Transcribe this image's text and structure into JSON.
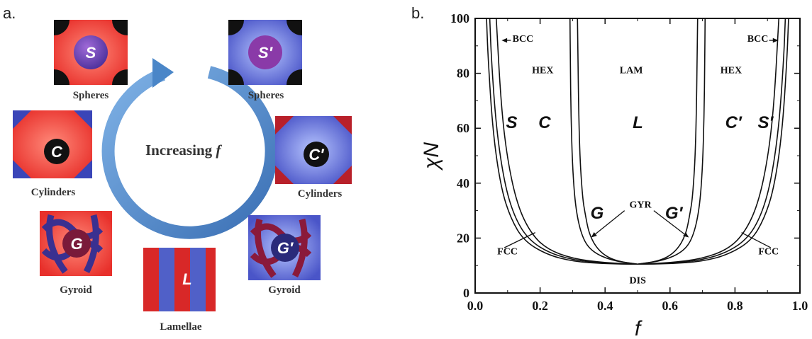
{
  "panel_a": {
    "label": "a.",
    "center_text_prefix": "Increasing ",
    "center_text_var": "f",
    "morphologies": [
      {
        "letter": "S",
        "caption": "Spheres"
      },
      {
        "letter": "S′",
        "caption": "Spheres"
      },
      {
        "letter": "C",
        "caption": "Cylinders"
      },
      {
        "letter": "C′",
        "caption": "Cylinders"
      },
      {
        "letter": "G",
        "caption": "Gyroid"
      },
      {
        "letter": "G′",
        "caption": "Gyroid"
      },
      {
        "letter": "L",
        "caption": "Lamellae"
      }
    ],
    "colors": {
      "red": "#e8302b",
      "blue": "#4a55c8",
      "black": "#111111",
      "arrow": "#4a86c8"
    }
  },
  "panel_b": {
    "label": "b.",
    "chart_data": {
      "type": "line",
      "xlabel": "f",
      "ylabel": "χN",
      "xlim": [
        0.0,
        1.0
      ],
      "ylim": [
        0,
        100
      ],
      "x_ticks": [
        "0.0",
        "0.2",
        "0.4",
        "0.6",
        "0.8",
        "1.0"
      ],
      "y_ticks": [
        "0",
        "20",
        "40",
        "60",
        "80",
        "100"
      ],
      "region_labels": [
        "BCC",
        "BCC",
        "HEX",
        "LAM",
        "HEX",
        "GYR",
        "FCC",
        "FCC",
        "DIS"
      ],
      "phase_letters": [
        "S",
        "C",
        "L",
        "C′",
        "S′",
        "G",
        "G′"
      ],
      "series": [
        {
          "values": [
            [
              0.5,
              10.5
            ],
            [
              0.42,
              11.8
            ],
            [
              0.36,
              15
            ],
            [
              0.33,
              20
            ],
            [
              0.31,
              30
            ],
            [
              0.3,
              45
            ],
            [
              0.295,
              65
            ],
            [
              0.293,
              85
            ],
            [
              0.292,
              100
            ]
          ]
        },
        {
          "values": [
            [
              0.5,
              10.5
            ],
            [
              0.58,
              11.8
            ],
            [
              0.64,
              15
            ],
            [
              0.67,
              20
            ],
            [
              0.69,
              30
            ],
            [
              0.7,
              45
            ],
            [
              0.705,
              65
            ],
            [
              0.707,
              85
            ],
            [
              0.708,
              100
            ]
          ]
        },
        {
          "values": [
            [
              0.5,
              10.5
            ],
            [
              0.44,
              11.5
            ],
            [
              0.4,
              13.5
            ],
            [
              0.37,
              17
            ],
            [
              0.35,
              22
            ],
            [
              0.34,
              28
            ],
            [
              0.33,
              35
            ],
            [
              0.32,
              55
            ],
            [
              0.315,
              100
            ]
          ]
        },
        {
          "values": [
            [
              0.5,
              10.5
            ],
            [
              0.56,
              11.5
            ],
            [
              0.6,
              13.5
            ],
            [
              0.63,
              17
            ],
            [
              0.65,
              22
            ],
            [
              0.66,
              28
            ],
            [
              0.67,
              35
            ],
            [
              0.68,
              55
            ],
            [
              0.685,
              100
            ]
          ]
        },
        {
          "values": [
            [
              0.5,
              10.5
            ],
            [
              0.4,
              11
            ],
            [
              0.3,
              12.5
            ],
            [
              0.22,
              16
            ],
            [
              0.17,
              22
            ],
            [
              0.13,
              32
            ],
            [
              0.1,
              48
            ],
            [
              0.08,
              68
            ],
            [
              0.065,
              100
            ]
          ]
        },
        {
          "values": [
            [
              0.5,
              10.5
            ],
            [
              0.6,
              11
            ],
            [
              0.7,
              12.5
            ],
            [
              0.78,
              16
            ],
            [
              0.83,
              22
            ],
            [
              0.87,
              32
            ],
            [
              0.9,
              48
            ],
            [
              0.92,
              68
            ],
            [
              0.935,
              100
            ]
          ]
        },
        {
          "values": [
            [
              0.5,
              10.5
            ],
            [
              0.4,
              10.8
            ],
            [
              0.3,
              12
            ],
            [
              0.22,
              15
            ],
            [
              0.16,
              20
            ],
            [
              0.12,
              28
            ],
            [
              0.09,
              40
            ],
            [
              0.065,
              60
            ],
            [
              0.05,
              85
            ],
            [
              0.045,
              100
            ]
          ]
        },
        {
          "values": [
            [
              0.5,
              10.5
            ],
            [
              0.6,
              10.8
            ],
            [
              0.7,
              12
            ],
            [
              0.78,
              15
            ],
            [
              0.84,
              20
            ],
            [
              0.88,
              28
            ],
            [
              0.91,
              40
            ],
            [
              0.935,
              60
            ],
            [
              0.95,
              85
            ],
            [
              0.955,
              100
            ]
          ]
        },
        {
          "values": [
            [
              0.5,
              10.5
            ],
            [
              0.4,
              10.6
            ],
            [
              0.3,
              11.5
            ],
            [
              0.22,
              14
            ],
            [
              0.15,
              19
            ],
            [
              0.11,
              27
            ],
            [
              0.08,
              38
            ],
            [
              0.055,
              58
            ],
            [
              0.04,
              85
            ],
            [
              0.035,
              100
            ]
          ]
        },
        {
          "values": [
            [
              0.5,
              10.5
            ],
            [
              0.6,
              10.6
            ],
            [
              0.7,
              11.5
            ],
            [
              0.78,
              14
            ],
            [
              0.85,
              19
            ],
            [
              0.89,
              27
            ],
            [
              0.92,
              38
            ],
            [
              0.945,
              58
            ],
            [
              0.96,
              85
            ],
            [
              0.965,
              100
            ]
          ]
        }
      ]
    }
  }
}
